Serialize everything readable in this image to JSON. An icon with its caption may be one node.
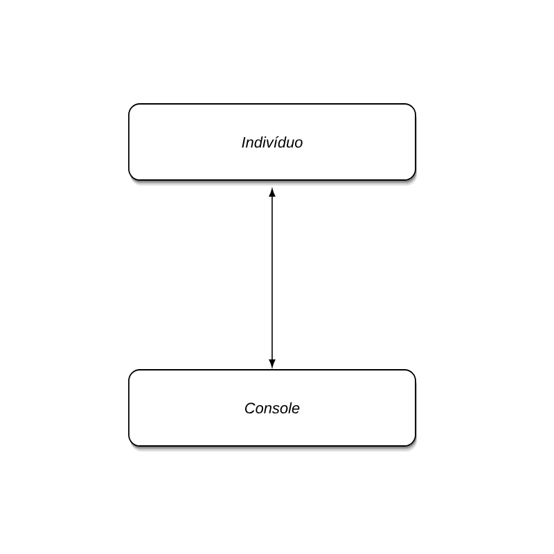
{
  "diagram": {
    "nodes": [
      {
        "text": [
          "Indivíduo"
        ]
      },
      {
        "text": [
          "Console"
        ]
      }
    ],
    "edges": [
      {
        "from": 0,
        "to": 1,
        "arrow": "both"
      }
    ]
  }
}
